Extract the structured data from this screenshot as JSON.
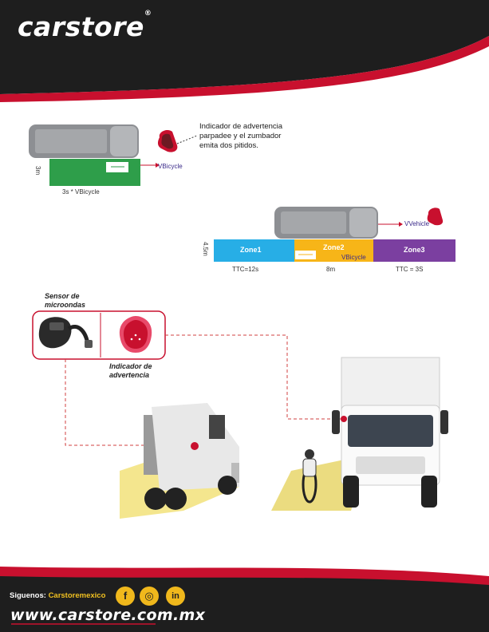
{
  "header": {
    "logo_text": "carstore",
    "logo_mark": "®"
  },
  "diagram1": {
    "warning_note": "Indicador de advertencia parpadee y el zumbador emita dos pitidos.",
    "distance_label": "3m",
    "length_label": "3s * VBicycle",
    "speed_label": "VBicycle"
  },
  "diagram2": {
    "vehicle_speed_label": "VVehicle",
    "width_label": "4.5m",
    "zones": [
      {
        "label": "Zone1",
        "color": "#27aee6"
      },
      {
        "label": "Zone2",
        "color": "#f7b518"
      },
      {
        "label": "Zone3",
        "color": "#7b3fa0"
      }
    ],
    "zone_speed_label": "VBicycle",
    "bottom_labels": [
      "TTC=12s",
      "8m",
      "TTC = 3S"
    ]
  },
  "equipment": {
    "sensor_label": "Sensor de microondas",
    "indicator_label": "Indicador de advertencia"
  },
  "footer": {
    "follow_prefix": "Siguenos:",
    "follow_handle": "Carstoremexico",
    "social": [
      {
        "icon": "facebook-icon",
        "glyph": "f"
      },
      {
        "icon": "instagram-icon",
        "glyph": "◎"
      },
      {
        "icon": "linkedin-icon",
        "glyph": "in"
      }
    ],
    "url": "www.carstore.com.mx"
  },
  "colors": {
    "header_bg": "#1e1e1e",
    "accent_red": "#c8102e",
    "green_zone": "#2e9e4a"
  }
}
